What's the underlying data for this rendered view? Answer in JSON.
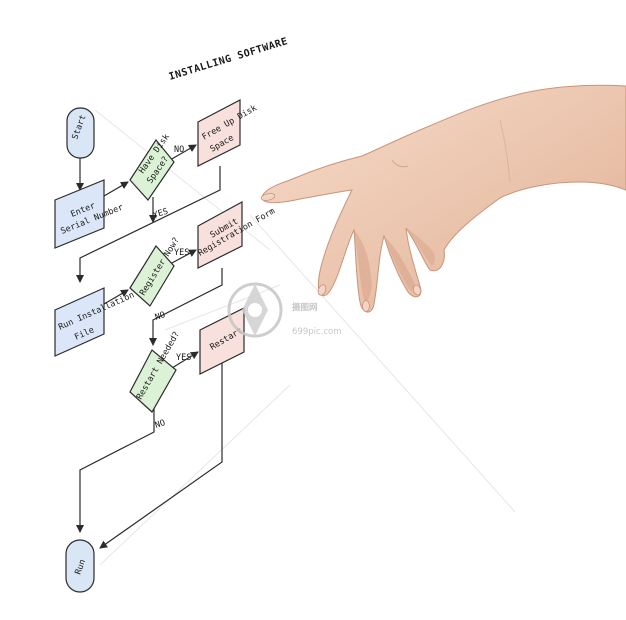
{
  "diagram": {
    "title": "INSTALLING SOFTWARE",
    "colors": {
      "terminal": "#d9e6f6",
      "process": "#dbe7f8",
      "decision": "#dcf2d6",
      "action": "#f8e0dc",
      "stroke": "#2b2b2b"
    },
    "nodes": {
      "start": "Start",
      "enter_serial": [
        "Enter",
        "Serial Number"
      ],
      "disk_space": [
        "Have Disk",
        "Space?"
      ],
      "free_space": [
        "Free Up Disk",
        "Space"
      ],
      "run_install": [
        "Run Installation",
        "File"
      ],
      "register": "Register Now?",
      "submit": [
        "Submit",
        "Registration Form"
      ],
      "restart_q": "Restart Needed?",
      "restart": "Restart",
      "run": "Run"
    },
    "edge_labels": {
      "disk_no": "NO",
      "disk_yes": "YES",
      "register_yes": "YES",
      "register_no": "NO",
      "restart_yes": "YES",
      "restart_no": "NO"
    }
  },
  "watermark": {
    "brand": "摄图网",
    "url": "699pic.com"
  },
  "photo": {
    "icon": "pointing-hand-icon"
  }
}
